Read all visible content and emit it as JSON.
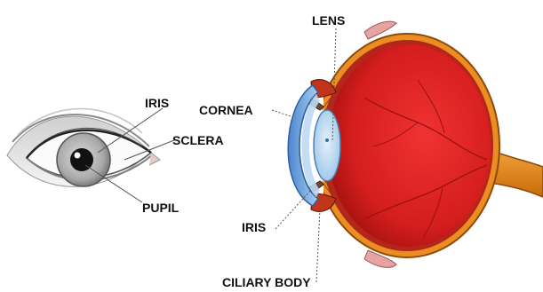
{
  "labels": {
    "lens": "LENS",
    "iris_external": "IRIS",
    "cornea": "CORNEA",
    "sclera": "SCLERA",
    "pupil": "PUPIL",
    "iris_section": "IRIS",
    "ciliary_body": "CILIARY BODY"
  },
  "colors": {
    "eyeball_red": "#d42020",
    "choroid_orange": "#e07a10",
    "cornea_blue": "#7fb2e6",
    "optic_nerve": "#e58a16",
    "iris_gray": "#b8b8b8",
    "pupil_black": "#111111"
  }
}
